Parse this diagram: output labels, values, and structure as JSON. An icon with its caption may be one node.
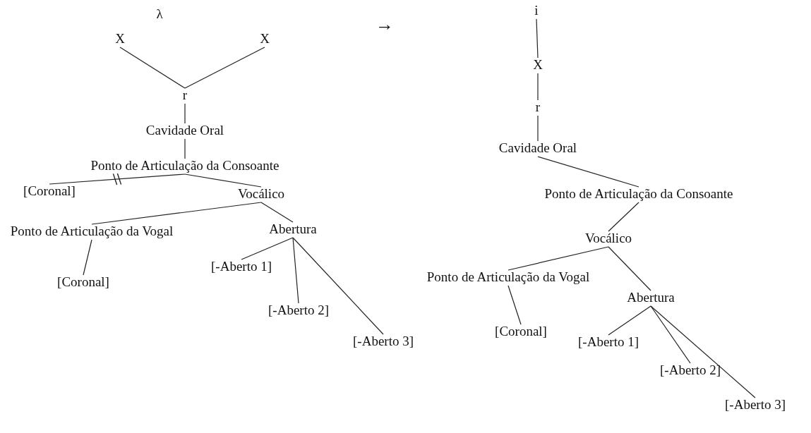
{
  "diagram": {
    "nodes": [
      {
        "text": [
          "X"
        ]
      },
      {
        "text": [
          "X"
        ]
      },
      {
        "text": [
          "r"
        ]
      },
      {
        "text": [
          "Cavidade Oral"
        ]
      },
      {
        "text": [
          "Ponto de Articulação da Consoante"
        ]
      },
      {
        "text": [
          "[Coronal]"
        ]
      },
      {
        "text": [
          "Vocálico"
        ]
      },
      {
        "text": [
          "Ponto de Articulação da Vogal"
        ]
      },
      {
        "text": [
          "Abertura"
        ]
      },
      {
        "text": [
          "[Coronal]"
        ]
      },
      {
        "text": [
          "[-Aberto 1]"
        ]
      },
      {
        "text": [
          "[-Aberto 2]"
        ]
      },
      {
        "text": [
          "[-Aberto 3]"
        ]
      },
      {
        "text": [
          "i"
        ]
      },
      {
        "text": [
          "X"
        ]
      },
      {
        "text": [
          "r"
        ]
      },
      {
        "text": [
          "Cavidade Oral"
        ]
      },
      {
        "text": [
          "Ponto de Articulação da Consoante"
        ]
      },
      {
        "text": [
          "Vocálico"
        ]
      },
      {
        "text": [
          "Ponto de Articulação da Vogal"
        ]
      },
      {
        "text": [
          "Abertura"
        ]
      },
      {
        "text": [
          "[Coronal]"
        ]
      },
      {
        "text": [
          "[-Aberto 1]"
        ]
      },
      {
        "text": [
          "[-Aberto 2]"
        ]
      },
      {
        "text": [
          "[-Aberto 3]"
        ]
      }
    ],
    "edges": [
      {
        "from": 0,
        "to": 2,
        "arrow": "none"
      },
      {
        "from": 1,
        "to": 2,
        "arrow": "none"
      },
      {
        "from": 2,
        "to": 3,
        "arrow": "none"
      },
      {
        "from": 3,
        "to": 4,
        "arrow": "none"
      },
      {
        "from": 4,
        "to": 5,
        "arrow": "none"
      },
      {
        "from": 4,
        "to": 6,
        "arrow": "none"
      },
      {
        "from": 6,
        "to": 7,
        "arrow": "none"
      },
      {
        "from": 6,
        "to": 8,
        "arrow": "none"
      },
      {
        "from": 7,
        "to": 9,
        "arrow": "none"
      },
      {
        "from": 8,
        "to": 10,
        "arrow": "none"
      },
      {
        "from": 8,
        "to": 11,
        "arrow": "none"
      },
      {
        "from": 8,
        "to": 12,
        "arrow": "none"
      },
      {
        "from": 13,
        "to": 14,
        "arrow": "none"
      },
      {
        "from": 14,
        "to": 15,
        "arrow": "none"
      },
      {
        "from": 15,
        "to": 16,
        "arrow": "none"
      },
      {
        "from": 16,
        "to": 17,
        "arrow": "none"
      },
      {
        "from": 17,
        "to": 18,
        "arrow": "none"
      },
      {
        "from": 18,
        "to": 19,
        "arrow": "none"
      },
      {
        "from": 18,
        "to": 20,
        "arrow": "none"
      },
      {
        "from": 19,
        "to": 21,
        "arrow": "none"
      },
      {
        "from": 20,
        "to": 22,
        "arrow": "none"
      },
      {
        "from": 20,
        "to": 23,
        "arrow": "none"
      },
      {
        "from": 20,
        "to": 24,
        "arrow": "none"
      }
    ],
    "labels": [
      "λ",
      "→"
    ]
  }
}
